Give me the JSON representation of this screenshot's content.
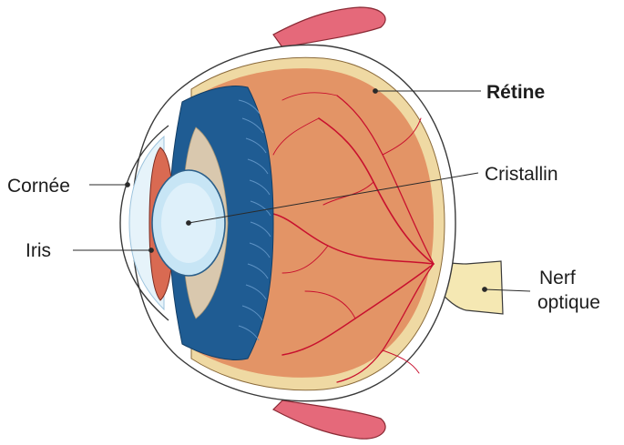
{
  "labels": {
    "retina": "Rétine",
    "lens": "Cristallin",
    "cornea": "Cornée",
    "iris": "Iris",
    "optic_nerve_line1": "Nerf",
    "optic_nerve_line2": "optique"
  },
  "colors": {
    "vitreous": "#e39466",
    "retina_layer": "#efd9a3",
    "sclera": "#ffffff",
    "outline": "#3a3a3a",
    "ciliary_blue": "#1f5c93",
    "lens_blue": "#c7e5f5",
    "zonule": "#d9c8ae",
    "vessels": "#c8102e",
    "muscle": "#e5697a",
    "nerve": "#f5e8b3"
  }
}
